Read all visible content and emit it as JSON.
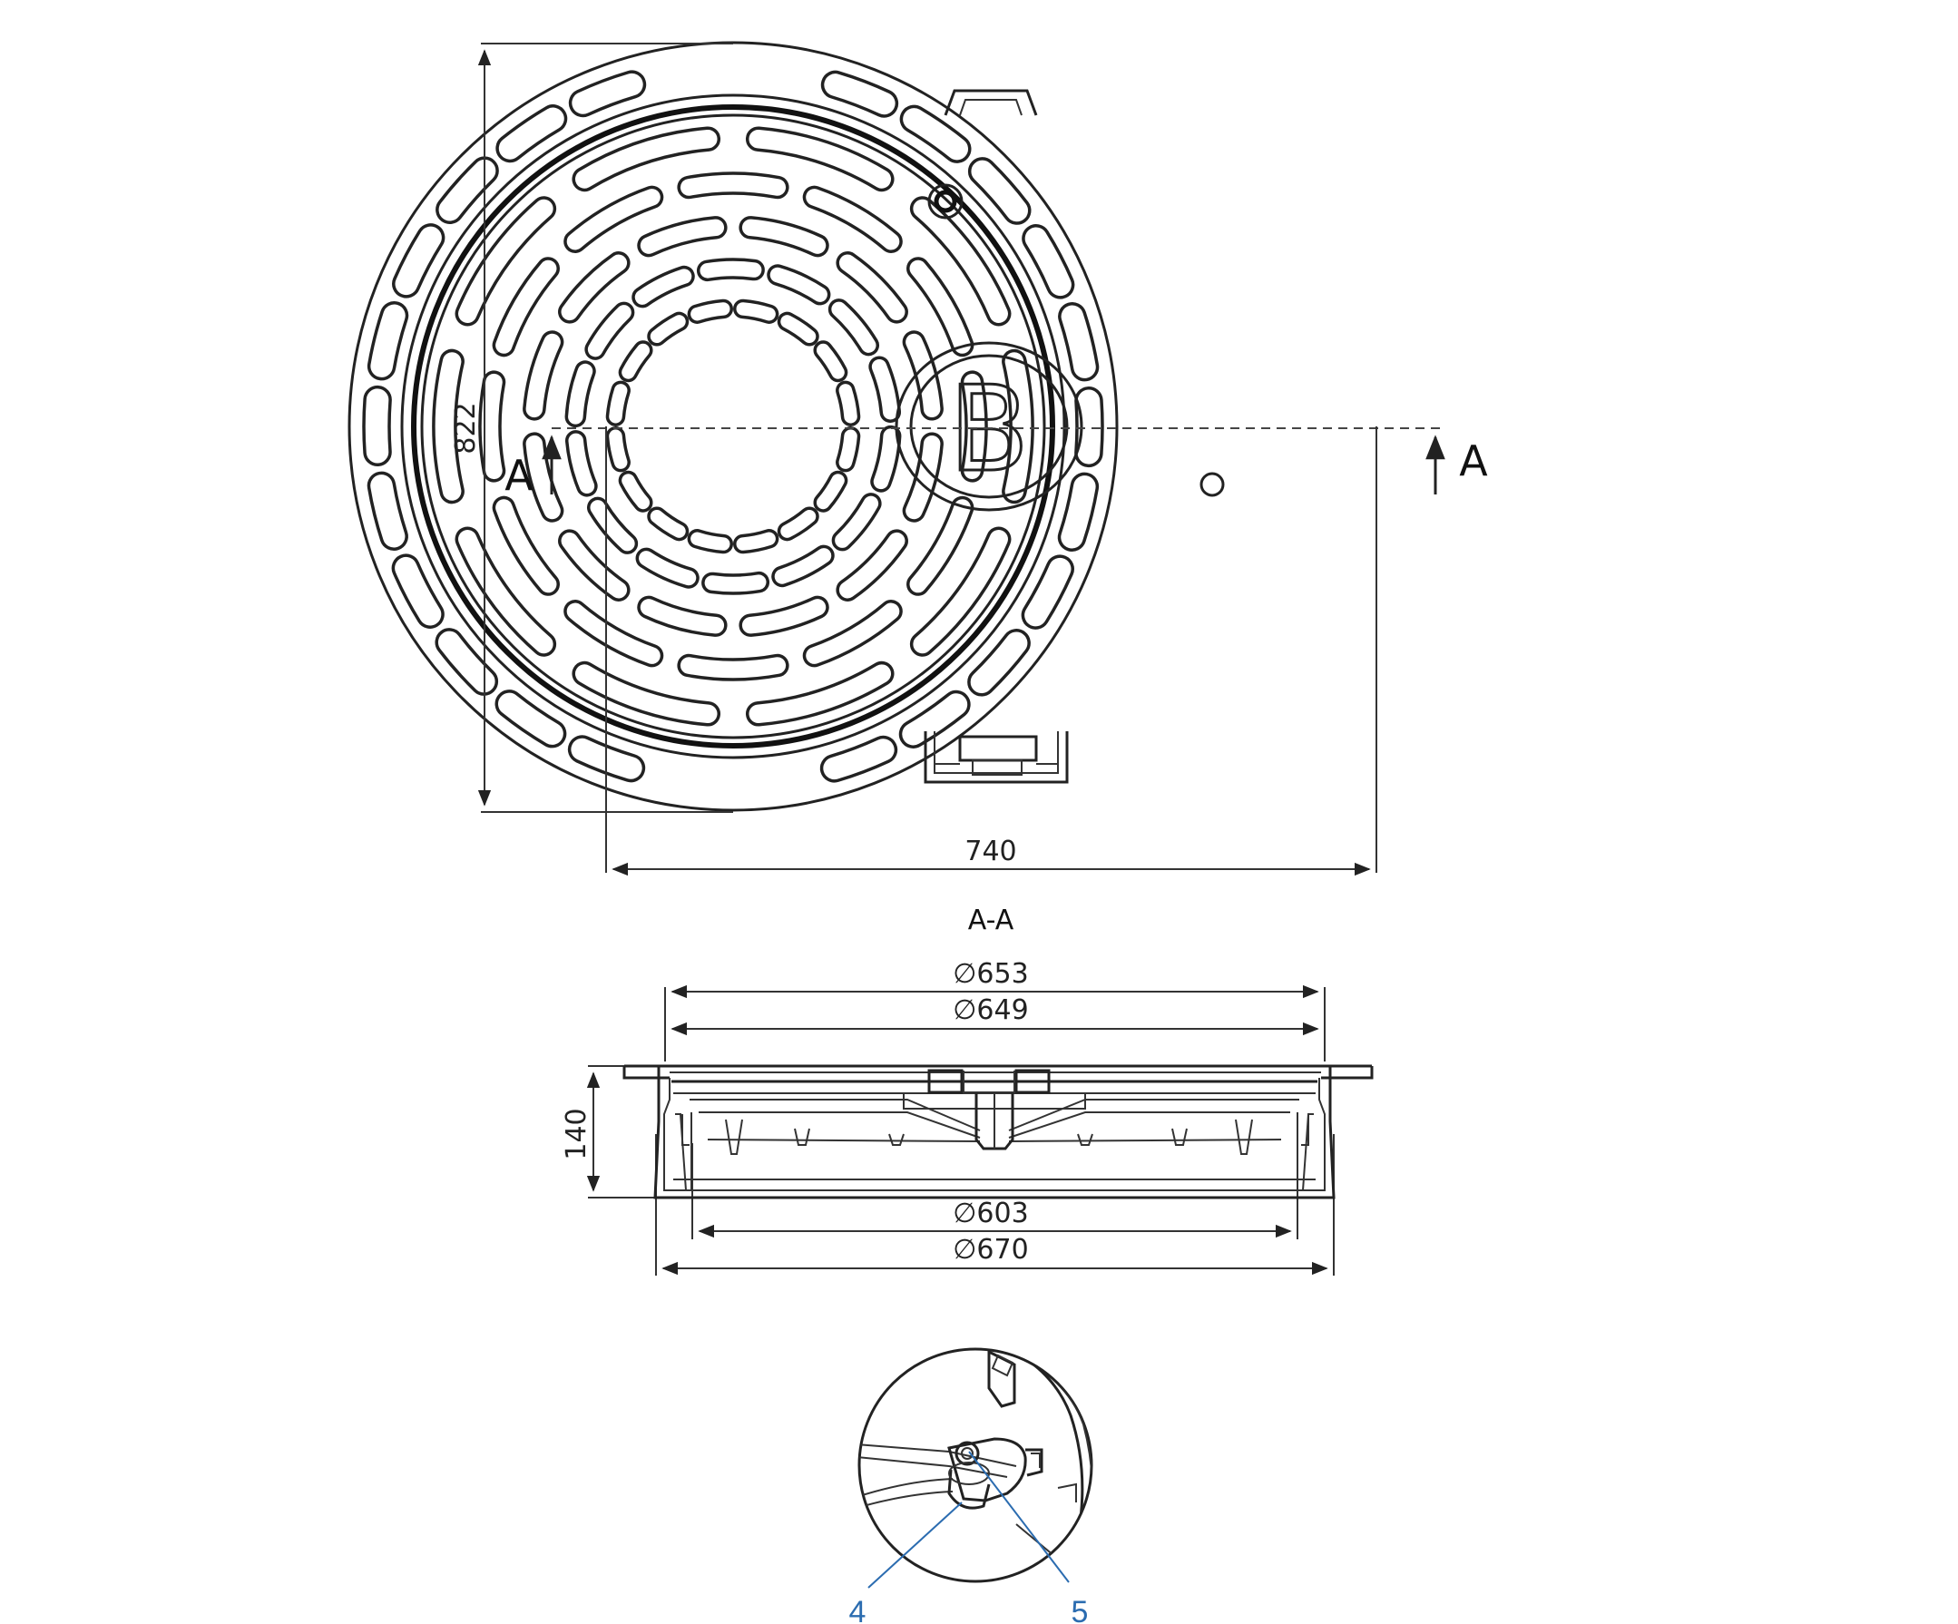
{
  "plan_view": {
    "logo_letter": "B",
    "section_label_left": "A",
    "section_label_right": "A",
    "height_dimension": "822",
    "width_dimension": "740"
  },
  "section_view": {
    "title": "A-A",
    "dims": {
      "d653": "∅653",
      "d649": "∅649",
      "d603": "∅603",
      "d670": "∅670",
      "height": "140"
    }
  },
  "detail_view": {
    "callout_4": "4",
    "callout_5": "5"
  },
  "colors": {
    "line": "#222222",
    "callout": "#2b6cb0",
    "background": "#ffffff"
  }
}
